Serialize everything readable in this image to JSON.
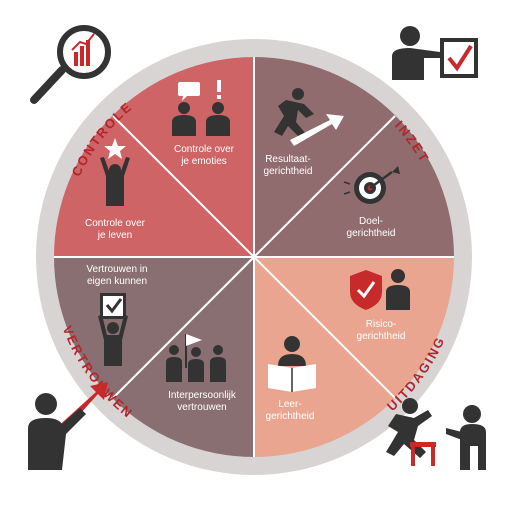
{
  "ring": {
    "controle": "CONTROLE",
    "inzet": "INZET",
    "uitdaging": "UITDAGING",
    "vertrouwen": "VERTROUWEN"
  },
  "segments": {
    "controle_emoties": [
      "Controle over",
      "je emoties"
    ],
    "controle_leven": [
      "Controle over",
      "je leven"
    ],
    "resultaat": [
      "Resultaat-",
      "gerichtheid"
    ],
    "doel": [
      "Doel-",
      "gerichtheid"
    ],
    "risico": [
      "Risico-",
      "gerichtheid"
    ],
    "leer": [
      "Leer-",
      "gerichtheid"
    ],
    "interpersoonlijk": [
      "Interpersoonlijk",
      "vertrouwen"
    ],
    "eigen_kunnen": [
      "Vertrouwen in",
      "eigen kunnen"
    ]
  },
  "colors": {
    "controle": "#cf6466",
    "inzet": "#916c6e",
    "uitdaging": "#e9a58f",
    "vertrouwen": "#8a6f72",
    "outer_ring": "#d8d4d4",
    "accent": "#c62a2a",
    "icon_dark": "#333333"
  },
  "icons": [
    "magnifier-chart-icon",
    "presenter-checkbox-icon",
    "presenter-arrow-icon",
    "hurdle-jumper-icon"
  ]
}
